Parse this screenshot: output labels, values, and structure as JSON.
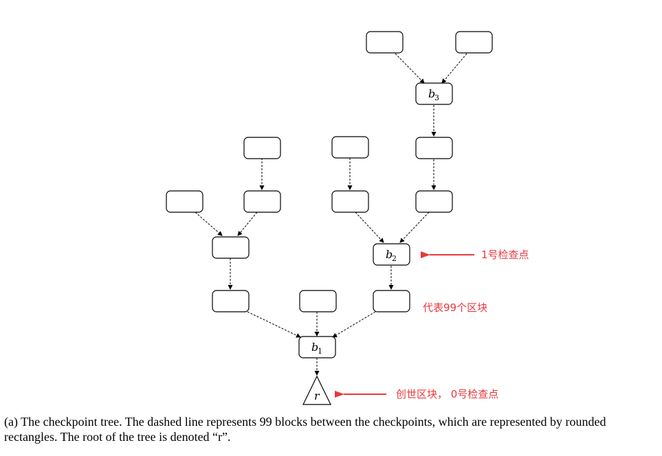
{
  "tree": {
    "nodes": [
      {
        "id": "b3-child-left",
        "label": "",
        "sub": ""
      },
      {
        "id": "b3-child-right",
        "label": "",
        "sub": ""
      },
      {
        "id": "b3",
        "label": "b",
        "sub": "3"
      },
      {
        "id": "b3-chain-1",
        "label": "",
        "sub": ""
      },
      {
        "id": "b3-chain-2",
        "label": "",
        "sub": ""
      },
      {
        "id": "left-top",
        "label": "",
        "sub": ""
      },
      {
        "id": "left-far",
        "label": "",
        "sub": ""
      },
      {
        "id": "left-mid",
        "label": "",
        "sub": ""
      },
      {
        "id": "left-fork",
        "label": "",
        "sub": ""
      },
      {
        "id": "left-low",
        "label": "",
        "sub": ""
      },
      {
        "id": "b2-side-top",
        "label": "",
        "sub": ""
      },
      {
        "id": "b2-side-low",
        "label": "",
        "sub": ""
      },
      {
        "id": "b2",
        "label": "b",
        "sub": "2"
      },
      {
        "id": "b2-below",
        "label": "",
        "sub": ""
      },
      {
        "id": "center-low",
        "label": "",
        "sub": ""
      },
      {
        "id": "b1",
        "label": "b",
        "sub": "1"
      },
      {
        "id": "root",
        "label": "r",
        "sub": ""
      }
    ]
  },
  "annotations": {
    "checkpoint1": "1号检查点",
    "represents99": "代表99个区块",
    "genesis": "创世区块， 0号检查点"
  },
  "caption": "(a) The checkpoint tree. The dashed line represents 99 blocks between the checkpoints, which are represented by rounded rectangles. The root of the tree is denoted “r”.",
  "colors": {
    "annotation": "#e8393c",
    "stroke": "#000000"
  }
}
